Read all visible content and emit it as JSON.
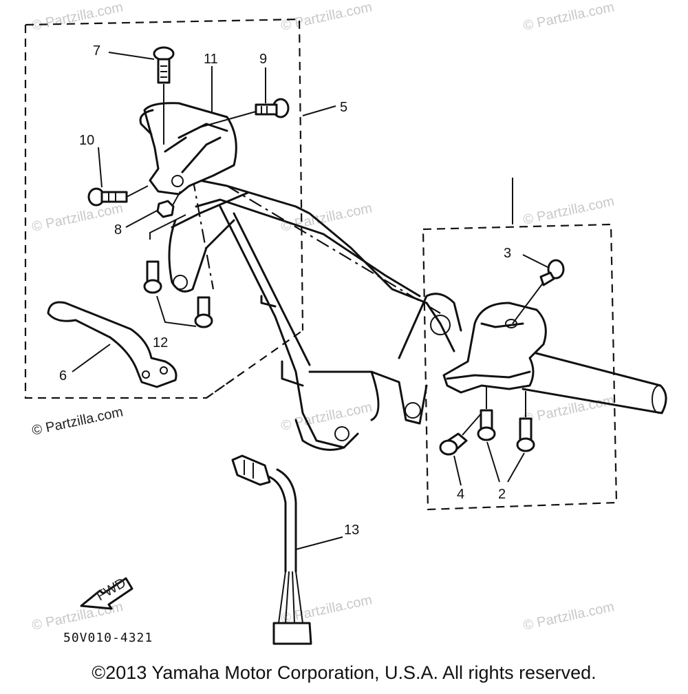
{
  "diagram": {
    "watermark": "© Partzilla.com",
    "watermark_visible": "© Partzilla.com",
    "fwd_label": "FWD",
    "diagram_code": "50V010-4321",
    "callouts": {
      "c1": "7",
      "c2": "11",
      "c3": "9",
      "c4": "5",
      "c5": "10",
      "c6": "8",
      "c7": "12",
      "c8": "6",
      "c9": "3",
      "c10": "4",
      "c11": "2",
      "c12": "13"
    }
  },
  "footer": {
    "copyright": "©2013 Yamaha Motor Corporation, U.S.A. All rights reserved."
  }
}
